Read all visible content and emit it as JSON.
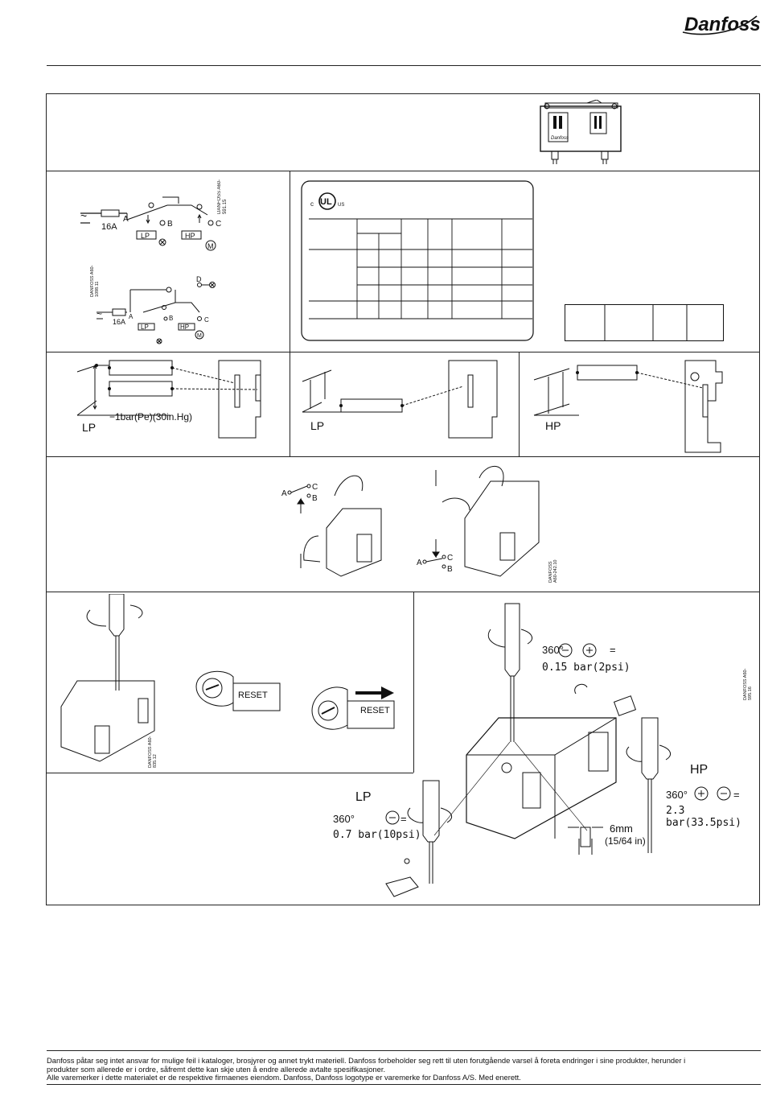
{
  "brand": {
    "logo_text": "Danfoss"
  },
  "wiring": {
    "fuse": "16A",
    "fuse2": "16A",
    "terminals": [
      "A",
      "B",
      "C",
      "D"
    ],
    "lp": "LP",
    "hp": "HP",
    "motor": "M",
    "code1": "DANFOSS A60-591.15",
    "code2": "DANFOSS A60-1098.11"
  },
  "ul": {
    "c": "c",
    "us": "US"
  },
  "settings": {
    "lp1": "LP",
    "vacuum": "−1bar(Pe)(30in.Hg)",
    "lp2": "LP",
    "hp": "HP"
  },
  "manual": {
    "a": "A",
    "b": "B",
    "c": "C",
    "code": "DANFOSS A60-242.10"
  },
  "reset": {
    "btn1": "RESET",
    "btn2": "RESET",
    "code": "DANFOSS A60-835.12"
  },
  "adjust": {
    "top_turn": "360°",
    "top_value": "0.15  bar(2psi)",
    "hp_label": "HP",
    "hp_turn": "360°",
    "hp_value": "2.3  bar(33.5psi)",
    "lp_label": "LP",
    "lp_turn": "360°",
    "lp_value": "0.7  bar(10psi)",
    "dim": "6mm",
    "dim_in": "(15/64 in)",
    "code": "DANFOSS A60-595.16"
  },
  "footer": {
    "line1": "Danfoss påtar seg intet ansvar for mulige feil i kataloger, brosjyrer og annet trykt materiell. Danfoss forbeholder seg rett til uten forutgående varsel å foreta endringer i sine produkter, herunder i",
    "line2": "produkter som allerede er i ordre, såfremt dette kan skje uten å endre allerede avtalte spesifikasjoner.",
    "line3": "Alle varemerker i dette materialet er de respektive firmaenes eiendom. Danfoss, Danfoss logotype er varemerke for Danfoss A/S. Med enerett."
  }
}
